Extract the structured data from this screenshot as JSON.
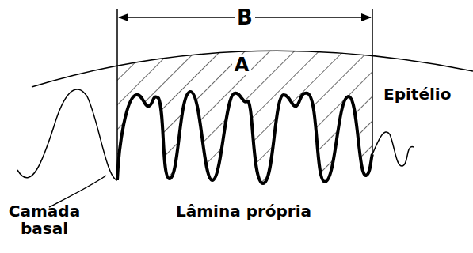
{
  "diagram": {
    "labels": [
      "B",
      "A",
      "Epitélio",
      "Camada basal",
      "Lâmina própria"
    ]
  }
}
